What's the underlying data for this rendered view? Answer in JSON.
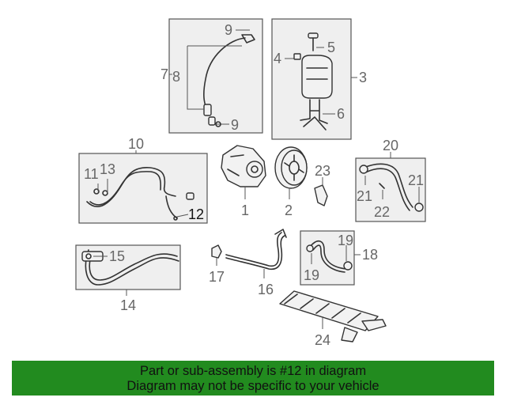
{
  "callouts": {
    "c1": "1",
    "c2": "2",
    "c3": "3",
    "c4": "4",
    "c5": "5",
    "c6": "6",
    "c7": "7",
    "c8": "8",
    "c9": "9",
    "c10": "10",
    "c11": "11",
    "c12": "12",
    "c13": "13",
    "c14": "14",
    "c15": "15",
    "c16": "16",
    "c17": "17",
    "c18": "18",
    "c19": "19",
    "c20": "20",
    "c21": "21",
    "c22": "22",
    "c23": "23",
    "c24": "24"
  },
  "banner": {
    "line1": "Part or sub-assembly is #12 in diagram",
    "line2": "Diagram may not be specific to your vehicle",
    "background": "#228b1f"
  }
}
